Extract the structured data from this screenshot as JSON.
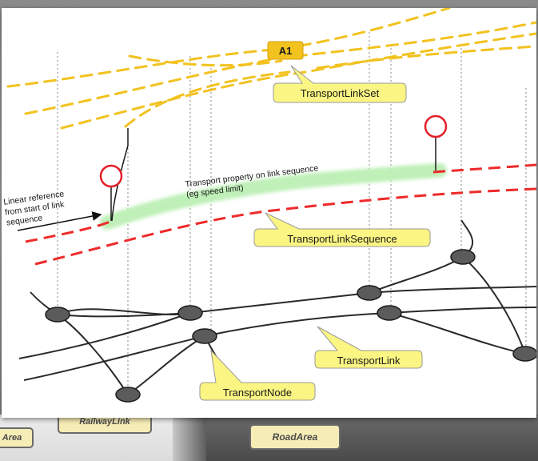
{
  "labels": {
    "a1": "A1",
    "transport_link_set": "TransportLinkSet",
    "transport_link_sequence": "TransportLinkSequence",
    "transport_link": "TransportLink",
    "transport_node": "TransportNode",
    "linear_ref_1": "Linear reference",
    "linear_ref_2": "from start of link",
    "linear_ref_3": "sequence",
    "prop_1": "Transport property on link sequence",
    "prop_2": "(eg speed limit)"
  },
  "background_labels": {
    "left": "Area",
    "middle": "RailwayLink",
    "right": "RoadArea"
  },
  "colors": {
    "link_set": "#f2c21f",
    "link_sequence": "#ee2a2a",
    "property_band": "#bff0b8",
    "callout_fill": "#fbf583",
    "node_fill": "#5b5b5b",
    "marker": "#e4202a"
  }
}
